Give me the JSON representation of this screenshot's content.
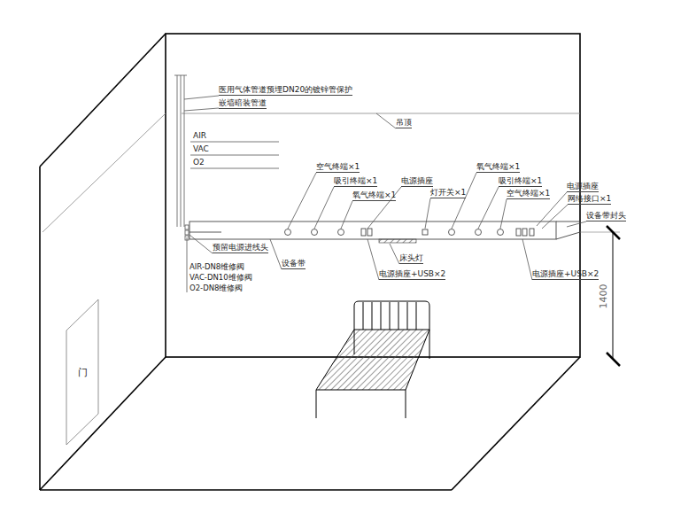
{
  "diagram": {
    "nodes": [
      {
        "text": [
          "门"
        ]
      }
    ],
    "labels": [
      "医用气体管道预埋DN20的镀锌管保护",
      "嵌墙暗装管道",
      "吊顶",
      "AIR",
      "VAC",
      "O2",
      "空气终端×1",
      "吸引终端×1",
      "氧气终端×1",
      "电源插座",
      "灯开关×1",
      "氧气终端×1",
      "吸引终端×1",
      "空气终端×1",
      "电源插座",
      "网络接口×1",
      "设备带封头",
      "预留电源进线头",
      "设备带",
      "床头灯",
      "电源插座+USB×2",
      "电源插座+USB×2",
      "AIR-DN8维修阀",
      "VAC-DN10维修阀",
      "O2-DN8维修阀",
      "1400"
    ]
  }
}
